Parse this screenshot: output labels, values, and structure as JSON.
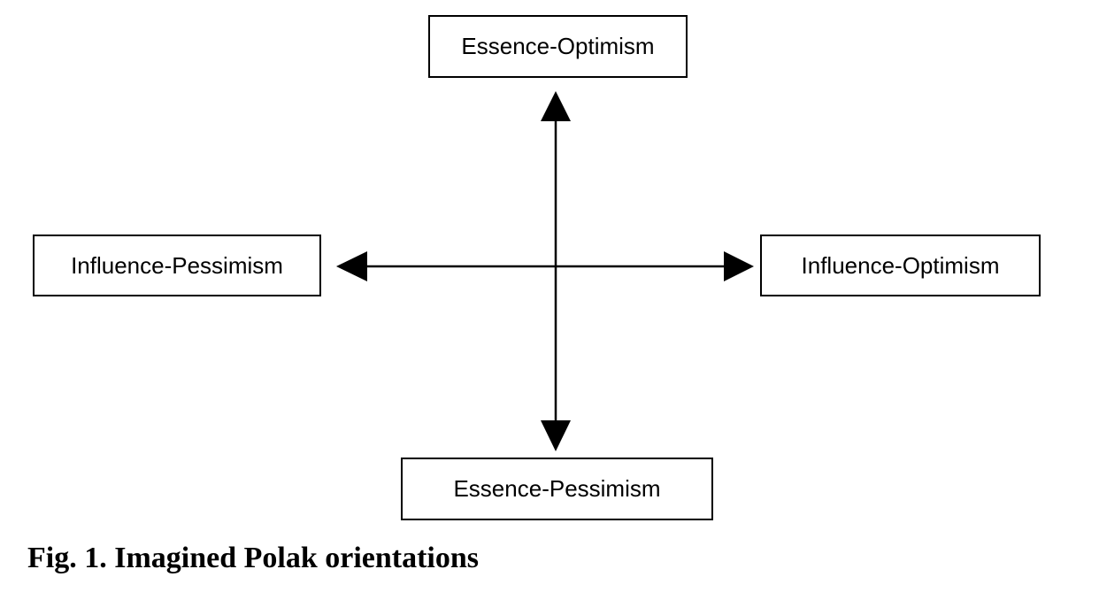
{
  "diagram": {
    "nodes": {
      "top": "Essence-Optimism",
      "bottom": "Essence-Pessimism",
      "left": "Influence-Pessimism",
      "right": "Influence-Optimism"
    },
    "caption": "Fig. 1. Imagined Polak orientations",
    "colors": {
      "line": "#000000",
      "box_border": "#000000",
      "background": "#ffffff"
    }
  }
}
